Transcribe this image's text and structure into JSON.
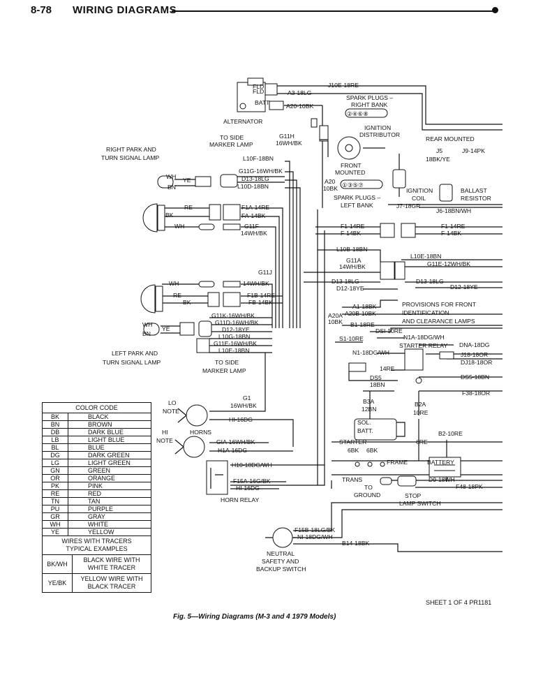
{
  "header": {
    "page_number": "8-78",
    "title": "WIRING DIAGRAMS"
  },
  "labels": {
    "alternator": "ALTERNATOR",
    "fld1": "FLD",
    "fld2": "FLD",
    "batt": "BATT",
    "j10e": "J10E-18RE",
    "a3": "A3-18LG",
    "a20_alt": "A20-10BK",
    "spark_plugs_right": "SPARK PLUGS –",
    "right_bank": "RIGHT BANK",
    "right_bank_plugs": "②④⑥⑧",
    "ignition": "IGNITION",
    "distributor": "DISTRIBUTOR",
    "rear_mounted": "REAR MOUNTED",
    "j5": "J5",
    "j5_wire": "18BK/YE",
    "j9": "J9-14PK",
    "front": "FRONT",
    "mounted": "MOUNTED",
    "a20_front": "A20",
    "a20_front_wire": "10BK",
    "left_bank_plugs": "①③⑤⑦",
    "spark_plugs_left": "SPARK PLUGS –",
    "left_bank": "LEFT BANK",
    "ignition_coil1": "IGNITION",
    "ignition_coil2": "COIL",
    "ballast1": "BALLAST",
    "ballast2": "RESISTOR",
    "j7": "J7-18GR",
    "j6": "J6-18BN/WH",
    "to_side_marker_top1": "TO SIDE",
    "to_side_marker_top2": "MARKER LAMP",
    "g11h": "G11H",
    "g11h_wire": "16WH/BK",
    "right_park1": "RIGHT PARK AND",
    "right_park2": "TURN SIGNAL LAMP",
    "l10f": "L10F-18BN",
    "g11g": "G11G-16WH/BK",
    "d13_top": "D13-18LG",
    "l10d": "L10D-18BN",
    "wh_r": "WH",
    "ye_r": "YE",
    "bn_r": "BN",
    "re_r": "RE",
    "bk_r": "BK",
    "wh_r2": "WH",
    "f1a": "F1A-14RE",
    "fa": "FA-14BK",
    "g11f": "G11F",
    "g11f_wire": "14WH/BK",
    "f1_14re_mid": "F1-14RE",
    "f_14bk_mid": "F-14BK",
    "f1_14re_right": "F1-14RE",
    "f_14bk_right": "F-14BK",
    "l10b": "L10B-18BN",
    "g11a": "G11A",
    "g11a_wire": "14WH/BK",
    "l10e": "L10E-18BN",
    "g11e_12": "G11E-12WH/BK",
    "g11j": "G11J",
    "g11j_wire": "14WH/BK",
    "wh_l": "WH",
    "re_l": "RE",
    "bk_l": "BK",
    "f1b": "F1B-14RE",
    "fb": "FB-14BK",
    "d13_mid": "D13-18LG",
    "d12_mid": "D12-18YE",
    "d13_right": "D13-18LG",
    "d12_right": "D12-18YE",
    "a1": "A1-18BK",
    "a20b": "A20B-10BK",
    "provisions1": "PROVISIONS FOR FRONT",
    "provisions2": "IDENTIFICATION",
    "provisions3": "AND CLEARANCE LAMPS",
    "a20a": "A20A",
    "a20a_wire": "10BK",
    "b1": "B1-18RE",
    "dsi": "DSI-10RE",
    "s1": "S1-10RE",
    "n1a": "N1A-18DG/WH",
    "starter_relay": "STARTER RELAY",
    "dna": "DNA-18DG",
    "j18": "J18-18OR",
    "dj18": "DJ18-18OR",
    "n1_dg": "N1-18DG/WH",
    "g11k": "G11K-16WH/BK",
    "g11d": "G11D-16WH/BK",
    "d12_left": "D12-18YE",
    "l10g": "L10G-18BN",
    "g11e_16": "G11E-16WH/BK",
    "l10e_left": "L10E-18BN",
    "wh_l2": "WH",
    "ye_l2": "YE",
    "bn_l2": "BN",
    "left_park1": "LEFT PARK AND",
    "left_park2": "TURN SIGNAL LAMP",
    "to_side_marker_bot1": "TO SIDE",
    "to_side_marker_bot2": "MARKER LAMP",
    "l14re": "14RE",
    "ds5": "DS5",
    "ds5_wire": "18BN",
    "ds5_right": "DS5-18BN",
    "f38": "F38-18OR",
    "b3a": "B3A",
    "b3a_wire": "12BN",
    "b2a": "B2A",
    "b2a_wire": "10RE",
    "b2": "B2-10RE",
    "sol": "SOL.",
    "batt_starter": "BATT.",
    "starter": "STARTER",
    "re6": "6RE",
    "g1": "G1",
    "g1_wire": "16WH/BK",
    "lo_note1": "LO",
    "lo_note2": "NOTE",
    "hi1": "HI-16DG",
    "hi_note1": "HI",
    "hi_note2": "NOTE",
    "horns": "HORNS",
    "g1a": "GIA-16WH/BK",
    "h1a": "H1A-16DG",
    "bk6a": "6BK",
    "bk6b": "6BK",
    "frame": "FRAME",
    "battery": "BATTERY",
    "h10": "H10-18DG/WH",
    "f15a": "F15A-16G/BK",
    "hi2": "HI-16DG",
    "horn_relay": "HORN RELAY",
    "trans": "TRANS",
    "to": "TO",
    "ground": "GROUND",
    "stop": "STOP",
    "lamp_switch": "LAMP SWITCH",
    "d9": "D9-18WH",
    "f48": "F48-18PK",
    "f15b": "F15B-18LG/BK",
    "n1_bot": "NI-18DG/WH",
    "b14": "B14-18BK",
    "neutral1": "NEUTRAL",
    "neutral2": "SAFETY AND",
    "neutral3": "BACKUP SWITCH"
  },
  "color_code": {
    "title": "COLOR CODE",
    "rows": [
      {
        "code": "BK",
        "name": "BLACK"
      },
      {
        "code": "BN",
        "name": "BROWN"
      },
      {
        "code": "DB",
        "name": "DARK BLUE"
      },
      {
        "code": "LB",
        "name": "LIGHT BLUE"
      },
      {
        "code": "BL",
        "name": "BLUE"
      },
      {
        "code": "DG",
        "name": "DARK GREEN"
      },
      {
        "code": "LG",
        "name": "LIGHT GREEN"
      },
      {
        "code": "GN",
        "name": "GREEN"
      },
      {
        "code": "OR",
        "name": "ORANGE"
      },
      {
        "code": "PK",
        "name": "PINK"
      },
      {
        "code": "RE",
        "name": "RED"
      },
      {
        "code": "TN",
        "name": "TAN"
      },
      {
        "code": "PU",
        "name": "PURPLE"
      },
      {
        "code": "GR",
        "name": "GRAY"
      },
      {
        "code": "WH",
        "name": "WHITE"
      },
      {
        "code": "YE",
        "name": "YELLOW"
      }
    ],
    "tracer_title1": "WIRES WITH TRACERS",
    "tracer_title2": "TYPICAL EXAMPLES",
    "examples": [
      {
        "code": "BK/WH",
        "desc1": "BLACK WIRE WITH",
        "desc2": "WHITE TRACER"
      },
      {
        "code": "YE/BK",
        "desc1": "YELLOW WIRE WITH",
        "desc2": "BLACK TRACER"
      }
    ]
  },
  "sheet": "SHEET 1 OF 4  PR1181",
  "caption": "Fig. 5—Wiring Diagrams (M-3 and 4 1979 Models)"
}
